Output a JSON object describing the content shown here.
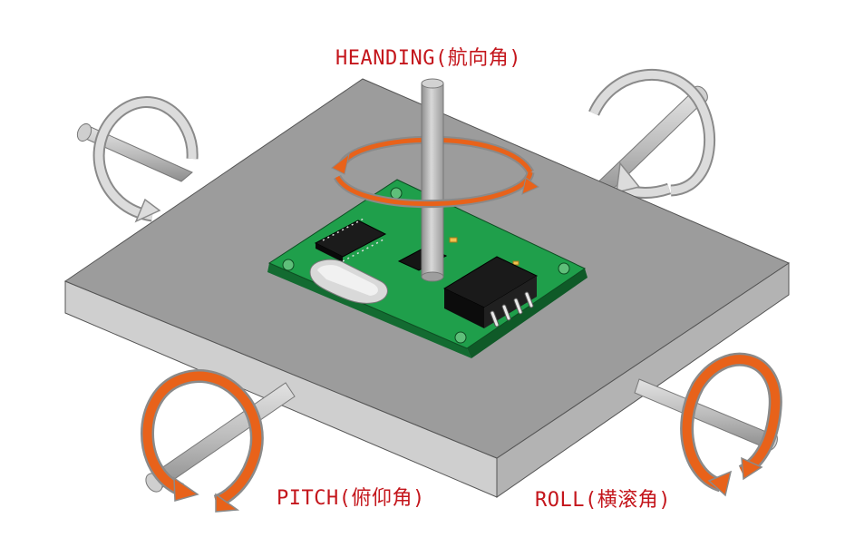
{
  "labels": {
    "heading": "HEANDING(航向角)",
    "pitch": "PITCH(俯仰角)",
    "roll": "ROLL(横滚角)"
  },
  "colors": {
    "label_text": "#c4161c",
    "active_arrow": "#e8621a",
    "inactive_arrow": "#d6d6d6",
    "plate_top": "#9a9a9a",
    "plate_side": "#c8c8c8",
    "pcb": "#1e9e4a",
    "rod": "#bdbdbd"
  },
  "icons": {
    "heading_rotation": "rotation-arrow-icon",
    "pitch_rotation": "rotation-arrow-icon",
    "roll_rotation": "rotation-arrow-icon"
  }
}
